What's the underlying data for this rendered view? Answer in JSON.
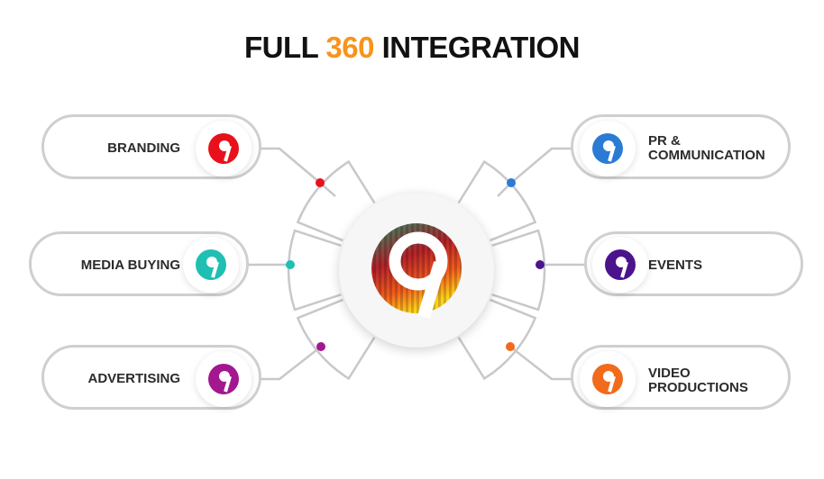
{
  "title": {
    "prefix": "FULL",
    "accent": "360",
    "suffix": "INTEGRATION",
    "accent_color": "#f7941d"
  },
  "services": [
    {
      "label": "BRANDING",
      "color": "#e8111b",
      "icon": "nine-logo-icon"
    },
    {
      "label": "MEDIA BUYING",
      "color": "#1fbfb3",
      "icon": "nine-logo-icon"
    },
    {
      "label": "ADVERTISING",
      "color": "#a3178f",
      "icon": "nine-logo-icon"
    },
    {
      "label": "PR &",
      "label2": "COMMUNICATION",
      "color": "#2a7bd4",
      "icon": "nine-logo-icon"
    },
    {
      "label": "EVENTS",
      "color": "#4b148c",
      "icon": "nine-logo-icon"
    },
    {
      "label": "VIDEO",
      "label2": "PRODUCTIONS",
      "color": "#f26a1b",
      "icon": "nine-logo-icon"
    }
  ]
}
